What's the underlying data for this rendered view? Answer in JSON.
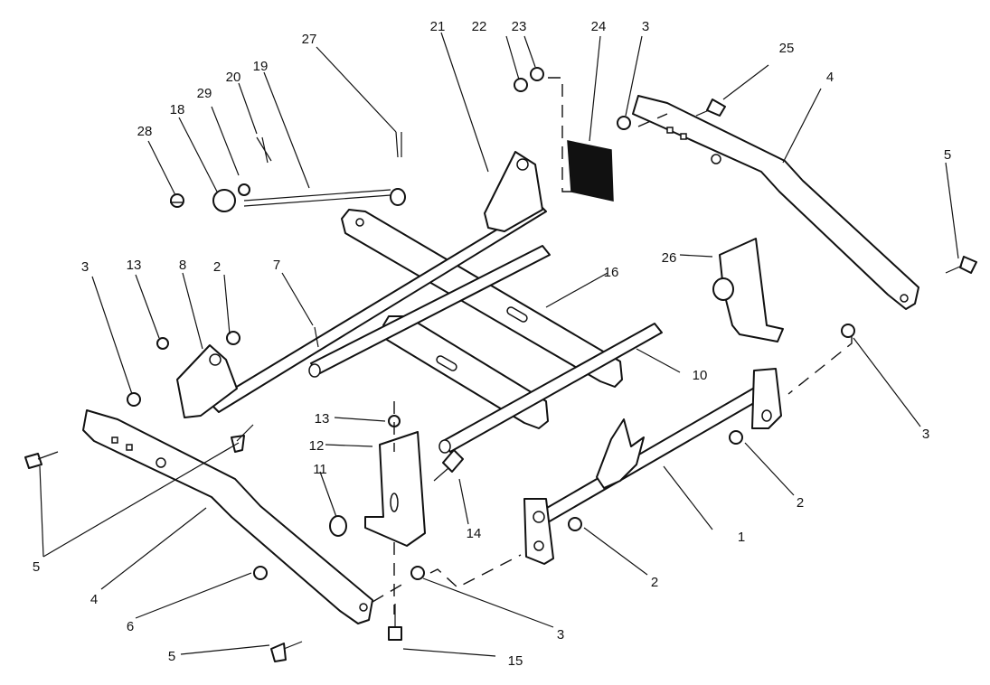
{
  "diagram": {
    "callouts": [
      {
        "id": "c1",
        "text": "1"
      },
      {
        "id": "c2a",
        "text": "2"
      },
      {
        "id": "c2b",
        "text": "2"
      },
      {
        "id": "c2c",
        "text": "2"
      },
      {
        "id": "c3a",
        "text": "3"
      },
      {
        "id": "c3b",
        "text": "3"
      },
      {
        "id": "c3c",
        "text": "3"
      },
      {
        "id": "c3d",
        "text": "3"
      },
      {
        "id": "c4a",
        "text": "4"
      },
      {
        "id": "c4b",
        "text": "4"
      },
      {
        "id": "c5a",
        "text": "5"
      },
      {
        "id": "c5b",
        "text": "5"
      },
      {
        "id": "c5c",
        "text": "5"
      },
      {
        "id": "c6",
        "text": "6"
      },
      {
        "id": "c7",
        "text": "7"
      },
      {
        "id": "c8",
        "text": "8"
      },
      {
        "id": "c10",
        "text": "10"
      },
      {
        "id": "c11",
        "text": "11"
      },
      {
        "id": "c12",
        "text": "12"
      },
      {
        "id": "c13a",
        "text": "13"
      },
      {
        "id": "c13b",
        "text": "13"
      },
      {
        "id": "c14",
        "text": "14"
      },
      {
        "id": "c15",
        "text": "15"
      },
      {
        "id": "c16",
        "text": "16"
      },
      {
        "id": "c18",
        "text": "18"
      },
      {
        "id": "c19",
        "text": "19"
      },
      {
        "id": "c20",
        "text": "20"
      },
      {
        "id": "c21",
        "text": "21"
      },
      {
        "id": "c22",
        "text": "22"
      },
      {
        "id": "c23",
        "text": "23"
      },
      {
        "id": "c24",
        "text": "24"
      },
      {
        "id": "c25",
        "text": "25"
      },
      {
        "id": "c26",
        "text": "26"
      },
      {
        "id": "c27",
        "text": "27"
      },
      {
        "id": "c28",
        "text": "28"
      },
      {
        "id": "c29",
        "text": "29"
      }
    ]
  }
}
